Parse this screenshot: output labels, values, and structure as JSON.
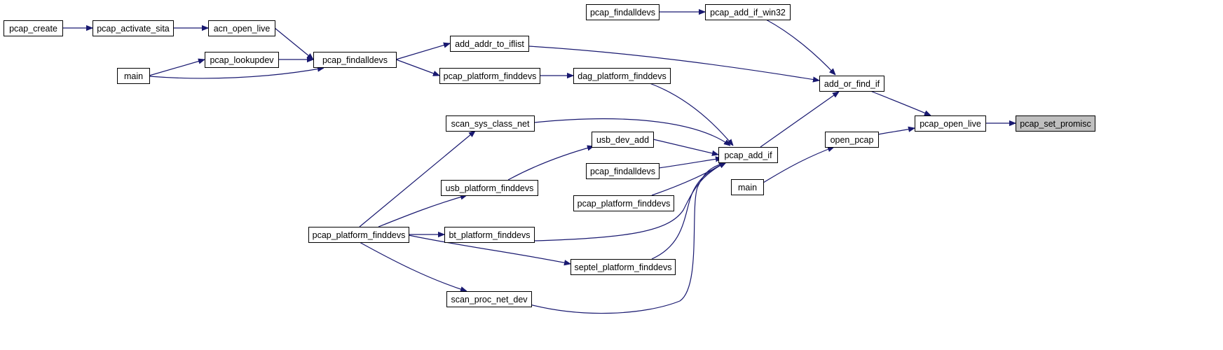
{
  "graph": {
    "nodes": [
      {
        "id": "pcap_create",
        "label": "pcap_create"
      },
      {
        "id": "pcap_activate_sita",
        "label": "pcap_activate_sita"
      },
      {
        "id": "acn_open_live",
        "label": "acn_open_live"
      },
      {
        "id": "main_a",
        "label": "main"
      },
      {
        "id": "pcap_lookupdev",
        "label": "pcap_lookupdev"
      },
      {
        "id": "pcap_findalldevs_a",
        "label": "pcap_findalldevs"
      },
      {
        "id": "add_addr_to_iflist",
        "label": "add_addr_to_iflist"
      },
      {
        "id": "pcap_platform_finddevs_a",
        "label": "pcap_platform_finddevs"
      },
      {
        "id": "dag_platform_finddevs",
        "label": "dag_platform_finddevs"
      },
      {
        "id": "pcap_findalldevs_b",
        "label": "pcap_findalldevs"
      },
      {
        "id": "pcap_add_if_win32",
        "label": "pcap_add_if_win32"
      },
      {
        "id": "add_or_find_if",
        "label": "add_or_find_if"
      },
      {
        "id": "scan_sys_class_net",
        "label": "scan_sys_class_net"
      },
      {
        "id": "usb_dev_add",
        "label": "usb_dev_add"
      },
      {
        "id": "pcap_findalldevs_c",
        "label": "pcap_findalldevs"
      },
      {
        "id": "usb_platform_finddevs",
        "label": "usb_platform_finddevs"
      },
      {
        "id": "pcap_platform_finddevs_c",
        "label": "pcap_platform_finddevs"
      },
      {
        "id": "pcap_platform_finddevs_b",
        "label": "pcap_platform_finddevs"
      },
      {
        "id": "bt_platform_finddevs",
        "label": "bt_platform_finddevs"
      },
      {
        "id": "septel_platform_finddevs",
        "label": "septel_platform_finddevs"
      },
      {
        "id": "scan_proc_net_dev",
        "label": "scan_proc_net_dev"
      },
      {
        "id": "pcap_add_if",
        "label": "pcap_add_if"
      },
      {
        "id": "open_pcap",
        "label": "open_pcap"
      },
      {
        "id": "main_b",
        "label": "main"
      },
      {
        "id": "pcap_open_live",
        "label": "pcap_open_live"
      },
      {
        "id": "pcap_set_promisc",
        "label": "pcap_set_promisc",
        "current": true
      }
    ],
    "edges": [
      {
        "from": "pcap_create",
        "to": "pcap_activate_sita"
      },
      {
        "from": "pcap_activate_sita",
        "to": "acn_open_live"
      },
      {
        "from": "acn_open_live",
        "to": "pcap_findalldevs_a"
      },
      {
        "from": "main_a",
        "to": "pcap_lookupdev"
      },
      {
        "from": "pcap_lookupdev",
        "to": "pcap_findalldevs_a"
      },
      {
        "from": "main_a",
        "to": "pcap_findalldevs_a"
      },
      {
        "from": "pcap_findalldevs_a",
        "to": "add_addr_to_iflist"
      },
      {
        "from": "pcap_findalldevs_a",
        "to": "pcap_platform_finddevs_a"
      },
      {
        "from": "pcap_platform_finddevs_a",
        "to": "dag_platform_finddevs"
      },
      {
        "from": "pcap_findalldevs_b",
        "to": "pcap_add_if_win32"
      },
      {
        "from": "pcap_add_if_win32",
        "to": "add_or_find_if"
      },
      {
        "from": "add_addr_to_iflist",
        "to": "add_or_find_if"
      },
      {
        "from": "dag_platform_finddevs",
        "to": "pcap_add_if"
      },
      {
        "from": "scan_sys_class_net",
        "to": "pcap_add_if"
      },
      {
        "from": "usb_dev_add",
        "to": "pcap_add_if"
      },
      {
        "from": "pcap_findalldevs_c",
        "to": "pcap_add_if"
      },
      {
        "from": "pcap_platform_finddevs_c",
        "to": "pcap_add_if"
      },
      {
        "from": "bt_platform_finddevs",
        "to": "pcap_add_if"
      },
      {
        "from": "septel_platform_finddevs",
        "to": "pcap_add_if"
      },
      {
        "from": "scan_proc_net_dev",
        "to": "pcap_add_if"
      },
      {
        "from": "usb_platform_finddevs",
        "to": "usb_dev_add"
      },
      {
        "from": "pcap_platform_finddevs_b",
        "to": "scan_sys_class_net"
      },
      {
        "from": "pcap_platform_finddevs_b",
        "to": "usb_platform_finddevs"
      },
      {
        "from": "pcap_platform_finddevs_b",
        "to": "bt_platform_finddevs"
      },
      {
        "from": "pcap_platform_finddevs_b",
        "to": "septel_platform_finddevs"
      },
      {
        "from": "pcap_platform_finddevs_b",
        "to": "scan_proc_net_dev"
      },
      {
        "from": "pcap_add_if",
        "to": "add_or_find_if"
      },
      {
        "from": "add_or_find_if",
        "to": "pcap_open_live"
      },
      {
        "from": "main_b",
        "to": "open_pcap"
      },
      {
        "from": "open_pcap",
        "to": "pcap_open_live"
      },
      {
        "from": "pcap_open_live",
        "to": "pcap_set_promisc"
      }
    ]
  },
  "colors": {
    "edge": "#191970",
    "node_border": "#000000",
    "node_fill": "#ffffff",
    "current_node_fill": "#bfbfbf"
  }
}
